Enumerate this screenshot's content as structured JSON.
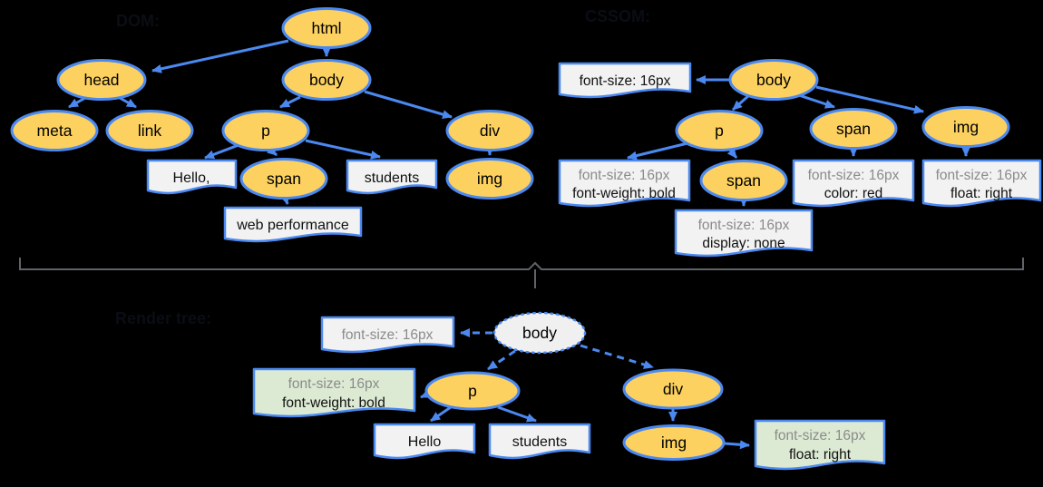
{
  "page": {
    "background": "#000000"
  },
  "colors": {
    "node_fill": "#fcd15f",
    "node_border": "#4b89f0",
    "arrow": "#4b89f0",
    "box_gray_fill": "#f2f2f2",
    "box_green_fill": "#dcead3",
    "inherited_prop_text": "#8b8b8b",
    "bracket": "#5f6368",
    "section_label_text": "#0a0d14"
  },
  "labels": {
    "dom": "DOM:",
    "cssom": "CSSOM:",
    "render": "Render tree:"
  },
  "dom": {
    "nodes": {
      "html": "html",
      "head": "head",
      "body": "body",
      "meta": "meta",
      "link": "link",
      "p": "p",
      "div": "div",
      "span": "span",
      "img": "img"
    },
    "texts": {
      "hello": "Hello,",
      "students": "students",
      "web_performance": "web performance"
    }
  },
  "cssom": {
    "nodes": {
      "body": "body",
      "p": "p",
      "span": "span",
      "img": "img",
      "span_nested": "span"
    },
    "rules": {
      "body": [
        "font-size: 16px"
      ],
      "p": [
        "font-size: 16px",
        "font-weight: bold"
      ],
      "span": [
        "font-size: 16px",
        "color: red"
      ],
      "img": [
        "font-size: 16px",
        "float: right"
      ],
      "span_nested": [
        "font-size: 16px",
        "display: none"
      ]
    }
  },
  "render_tree": {
    "nodes": {
      "body": "body",
      "p": "p",
      "div": "div",
      "img": "img"
    },
    "rules": {
      "body": [
        "font-size: 16px"
      ],
      "p": [
        "font-size: 16px",
        "font-weight: bold"
      ],
      "img": [
        "font-size: 16px",
        "float: right"
      ]
    },
    "texts": {
      "hello": "Hello",
      "students": "students"
    }
  }
}
